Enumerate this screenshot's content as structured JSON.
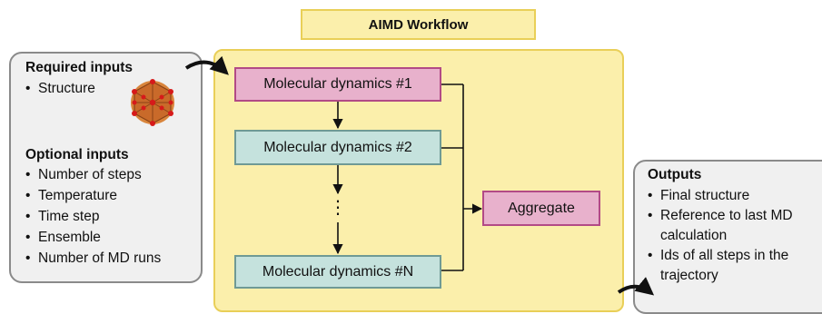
{
  "title": "AIMD Workflow",
  "inputs": {
    "required_heading": "Required inputs",
    "required_items": [
      "Structure"
    ],
    "optional_heading": "Optional inputs",
    "optional_items": [
      "Number of steps",
      "Temperature",
      "Time step",
      "Ensemble",
      "Number of MD runs"
    ]
  },
  "steps": {
    "md1": "Molecular dynamics #1",
    "md2": "Molecular dynamics #2",
    "ellipsis": "⋮",
    "mdn": "Molecular dynamics #N",
    "aggregate": "Aggregate"
  },
  "outputs": {
    "heading": "Outputs",
    "items": [
      {
        "line1": "Final structure"
      },
      {
        "line1": "Reference to last MD",
        "line2": "calculation"
      },
      {
        "line1": "Ids of all steps in the",
        "line2": "trajectory"
      }
    ]
  },
  "colors": {
    "panel_fill": "#fbefab",
    "panel_border": "#e9cf58",
    "pink_fill": "#e8b1cc",
    "pink_border": "#b24a86",
    "teal_fill": "#c5e2dd",
    "teal_border": "#6f9a95",
    "side_fill": "#f0f0f0",
    "side_border": "#8a8a8a"
  }
}
